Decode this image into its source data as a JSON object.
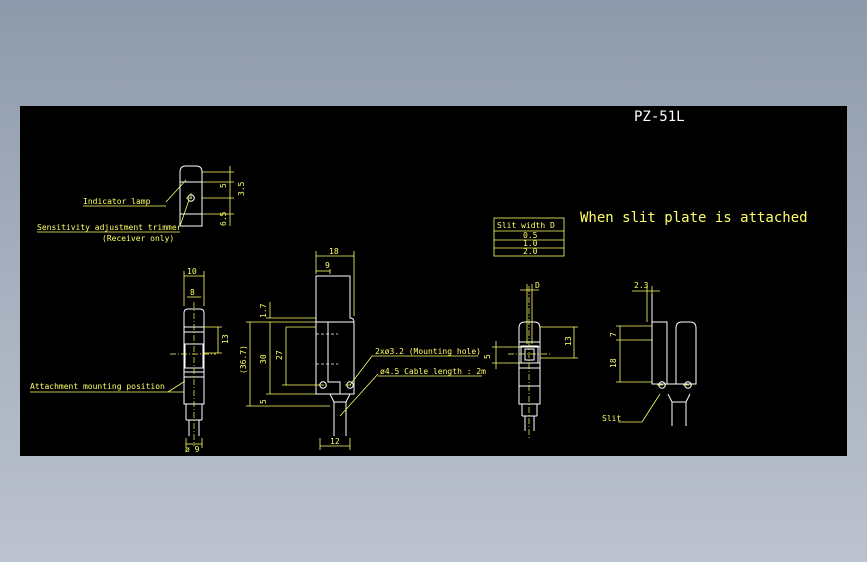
{
  "title": "PZ-51L",
  "slit_note": "When slit plate is attached",
  "slit_table": {
    "header": "Slit width D",
    "rows": [
      "0.5",
      "1.0",
      "2.0"
    ]
  },
  "labels": {
    "indicator_lamp": "Indicator lamp",
    "sensitivity_trimmer": "Sensitivity adjustment trimmer",
    "receiver_only": "(Receiver only)",
    "attachment_position": "Attachment mounting position",
    "mounting_hole": "2xø3.2 (Mounting hole)",
    "cable_length": "ø4.5 Cable length : 2m",
    "slit": "Slit"
  },
  "dimensions": {
    "d_5": "5",
    "d_3_5": "3.5",
    "d_6_5": "6.5",
    "d_10": "10",
    "d_8": "8",
    "d_13a": "13",
    "d_9a": "ø 9",
    "d_18": "18",
    "d_9b": "9",
    "d_1_7": "1.7",
    "d_36_7": "(36.7)",
    "d_30": "30",
    "d_27": "27",
    "d_5b": "5",
    "d_12": "12",
    "d_D": "D",
    "d_5c": "5",
    "d_13b": "13",
    "d_2_3": "2.3",
    "d_7": "7",
    "d_18b": "18"
  },
  "colors": {
    "background": "#000000",
    "geometry": "#ffffff",
    "dimension": "#ffff66",
    "frame_top": "#8e9aab",
    "frame_bottom": "#bcc2ce"
  }
}
